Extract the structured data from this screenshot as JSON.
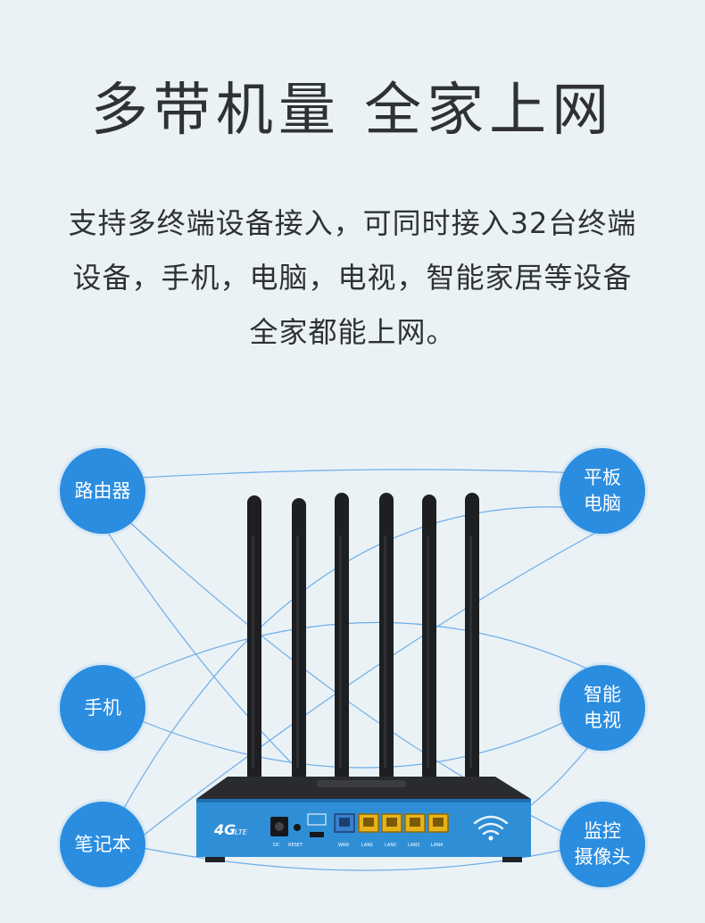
{
  "headline": "多带机量 全家上网",
  "description": {
    "line1": "支持多终端设备接入，可同时接入32台终端",
    "line2": "设备，手机，电脑，电视，智能家居等设备",
    "line3": "全家都能上网。"
  },
  "devices": {
    "router": {
      "line1": "路由器",
      "line2": ""
    },
    "tablet": {
      "line1": "平板",
      "line2": "电脑"
    },
    "phone": {
      "line1": "手机",
      "line2": ""
    },
    "smart_tv": {
      "line1": "智能",
      "line2": "电视"
    },
    "laptop": {
      "line1": "笔记本",
      "line2": ""
    },
    "camera": {
      "line1": "监控",
      "line2": "摄像头"
    }
  },
  "router_labels": {
    "brand": "4G",
    "brand_sub": "LTE",
    "ports": [
      "DC",
      "RESET",
      "WAN",
      "LAN1",
      "LAN2",
      "LAN3",
      "LAN4"
    ]
  },
  "colors": {
    "bubble": "#2b8de0",
    "background": "#eaf2f6",
    "router_panel": "#2f8fd6",
    "lan_port": "#e8b21a",
    "wan_port": "#3a7fd0"
  }
}
